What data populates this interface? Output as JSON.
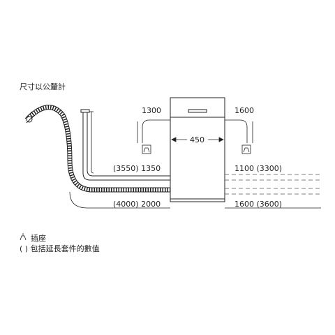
{
  "title": "尺寸以公釐計",
  "dimensions": {
    "left_top_width": "1300",
    "right_top_width": "1600",
    "appliance_width": "450",
    "left_upper_hose": "(3550) 1350",
    "right_upper_hose": "1100 (3300)",
    "left_lower_hose": "(4000) 2000",
    "right_lower_hose": "1600 (3600)"
  },
  "legend": {
    "socket_label": "插座",
    "parentheses_label": "( ) 包括延長套件的數值"
  },
  "colors": {
    "line": "#222222",
    "hose_fill": "#ffffff",
    "dashed": "#555555"
  },
  "icons": {
    "socket": "socket-icon",
    "hose": "drain-hose",
    "inlet": "water-inlet-pipe"
  }
}
